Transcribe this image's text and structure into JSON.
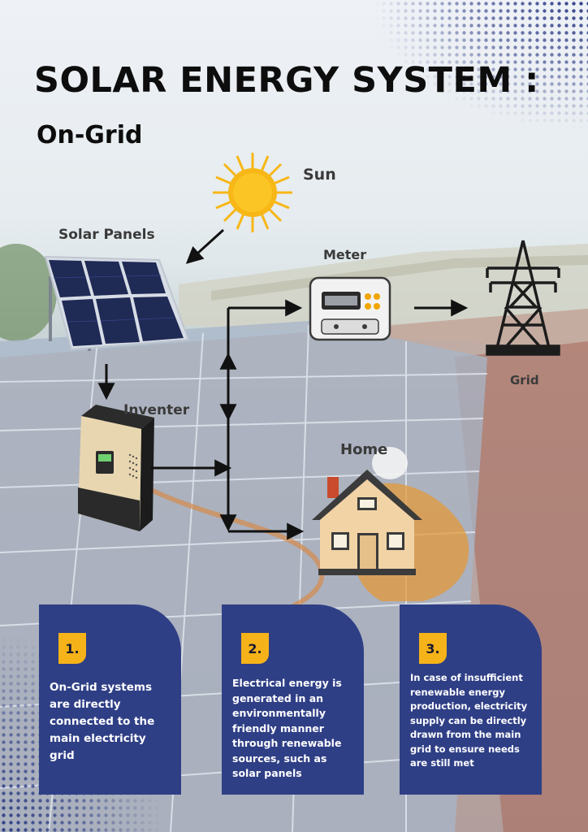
{
  "title": "SOLAR ENERGY SYSTEM :",
  "subtitle": "On-Grid",
  "labels": {
    "sun": "Sun",
    "solar_panels": "Solar Panels",
    "meter": "Meter",
    "grid": "Grid",
    "inverter": "Inventer",
    "home": "Home"
  },
  "cards": [
    {
      "number": "1.",
      "text": "On-Grid systems are directly connected to the main electricity grid"
    },
    {
      "number": "2.",
      "text": "Electrical energy is generated in an environmentally friendly manner through renewable sources, such as solar panels"
    },
    {
      "number": "3.",
      "text": "In case of insufficient renewable energy production, electricity supply can be directly drawn from the main grid to ensure needs are still met"
    }
  ],
  "colors": {
    "card_bg": "#2f3f86",
    "badge": "#f6b319",
    "sun": "#f7b716",
    "arrow": "#111111"
  }
}
